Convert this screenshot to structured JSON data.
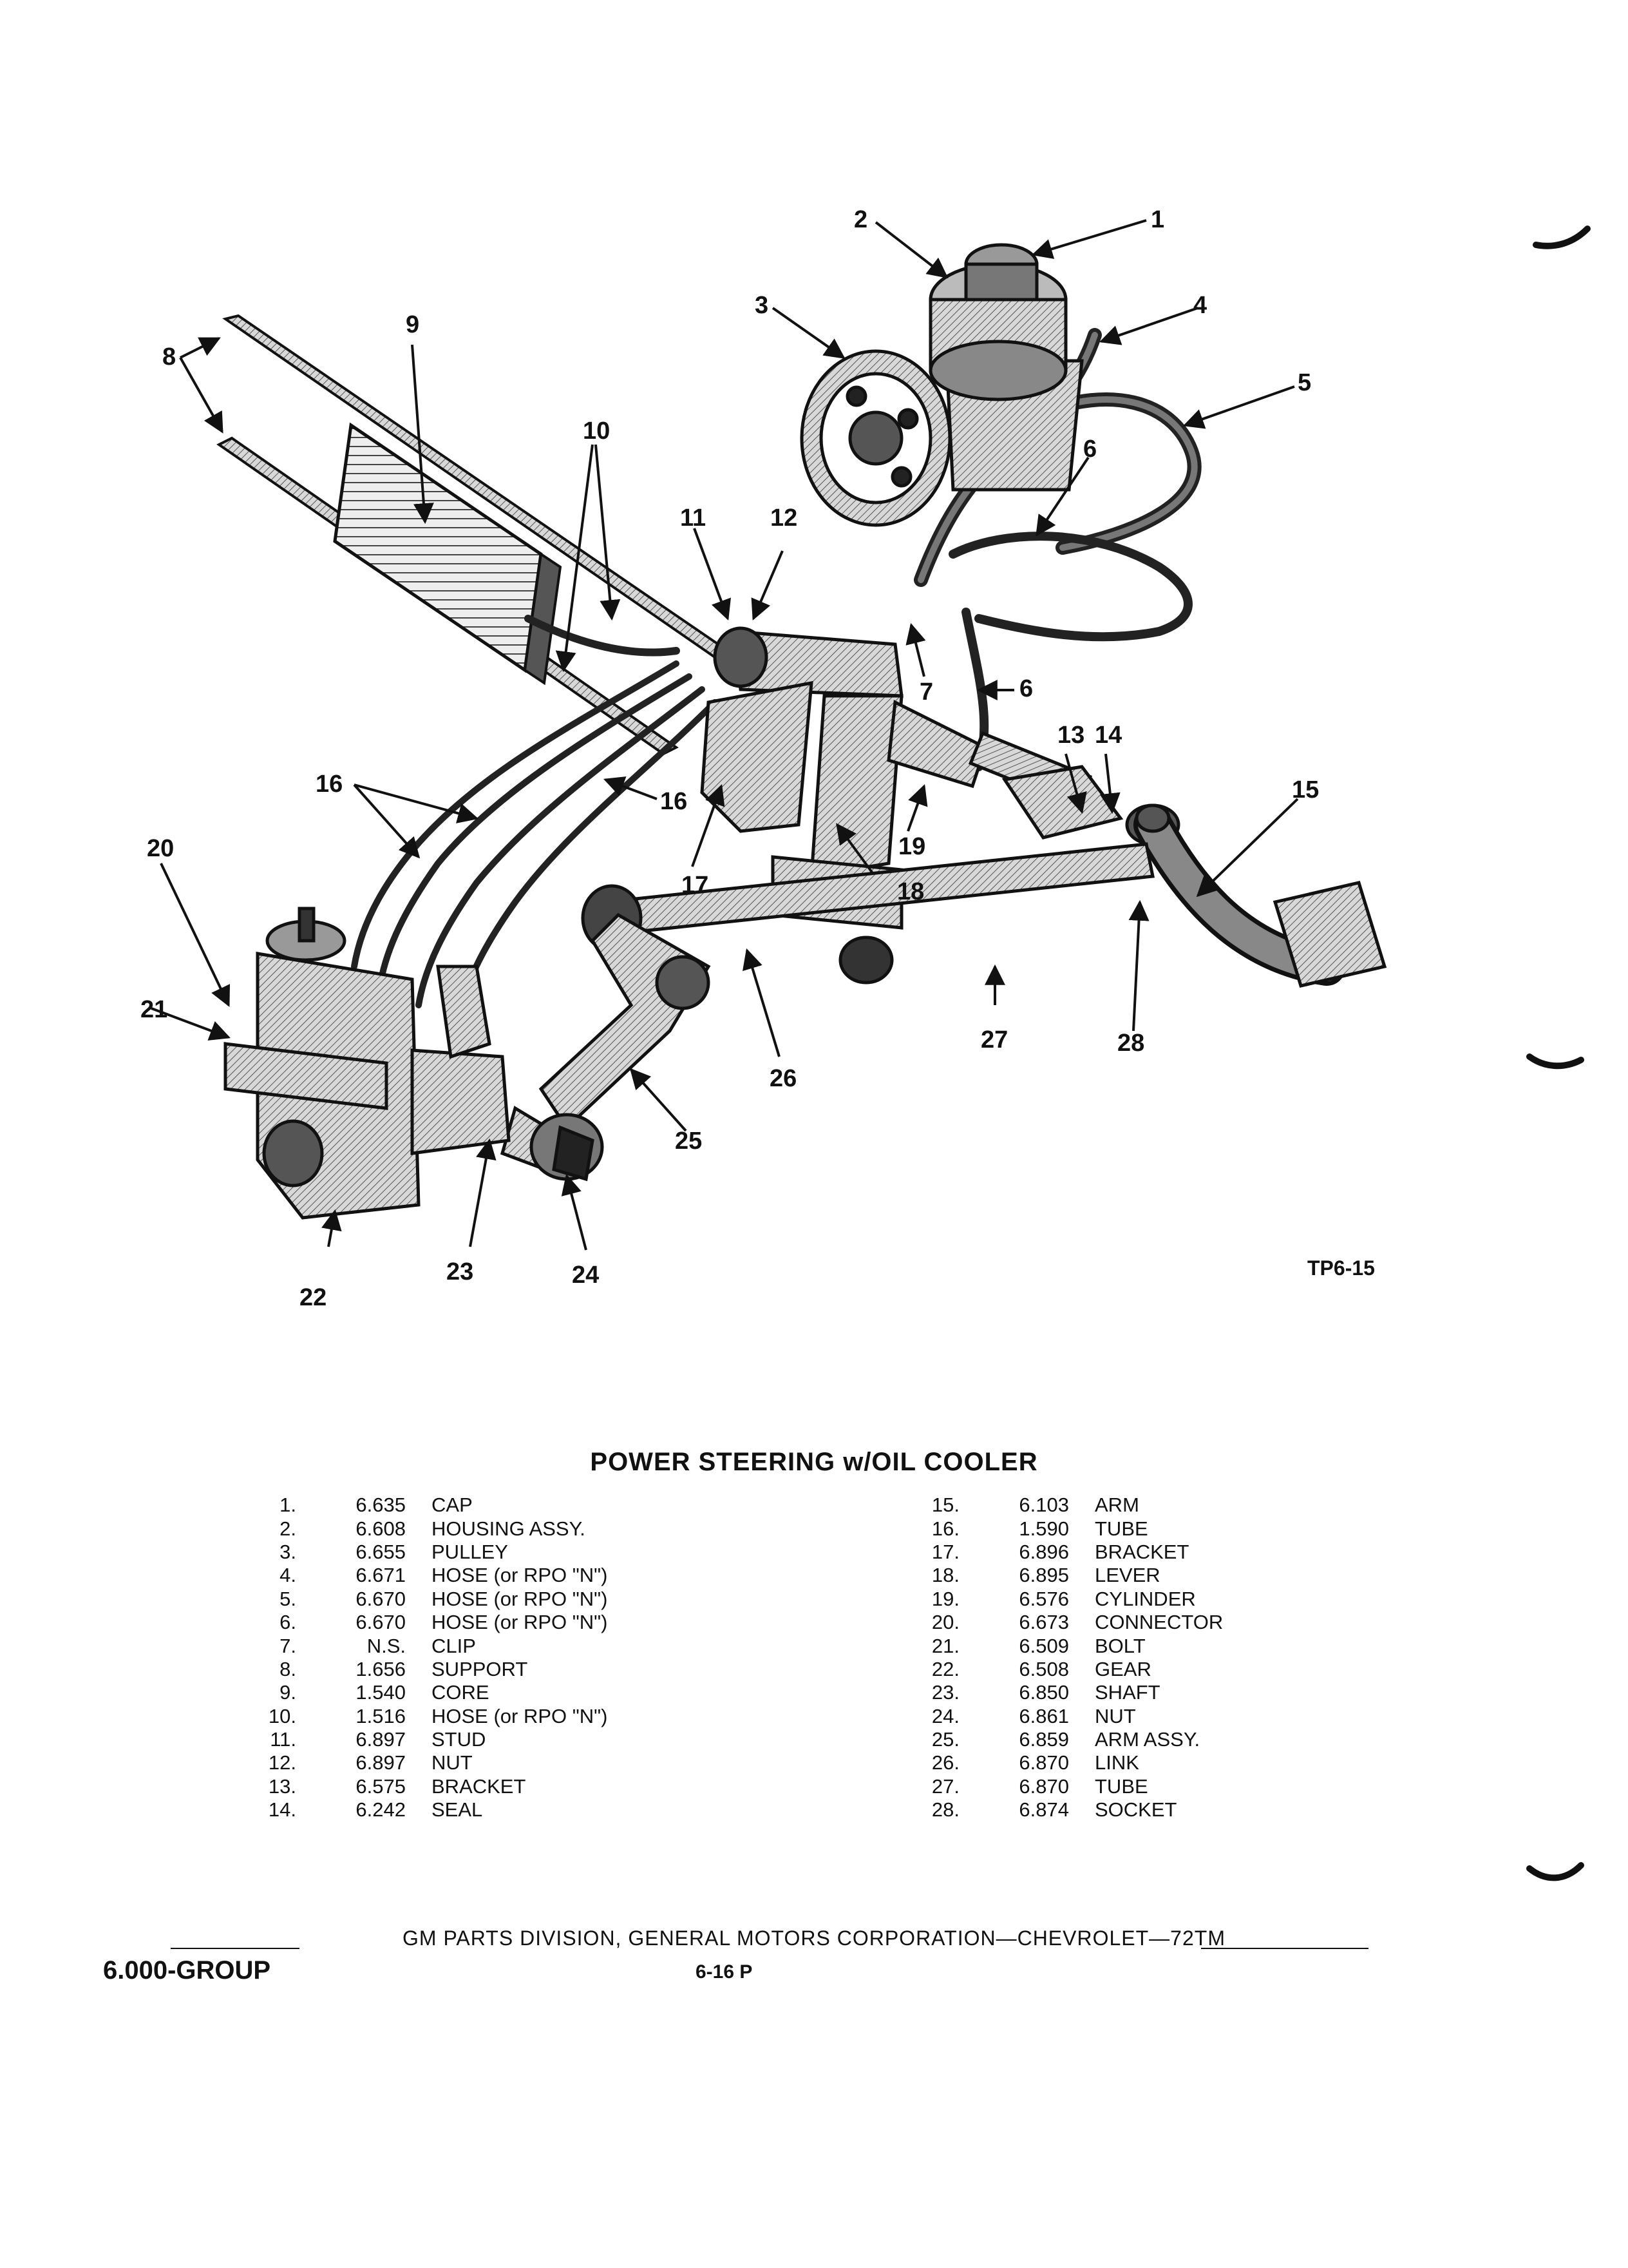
{
  "figure": {
    "callouts": [
      "1",
      "2",
      "3",
      "4",
      "5",
      "6",
      "6",
      "7",
      "8",
      "9",
      "10",
      "11",
      "12",
      "13",
      "14",
      "15",
      "16",
      "16",
      "17",
      "18",
      "19",
      "20",
      "21",
      "22",
      "23",
      "24",
      "25",
      "26",
      "27",
      "28"
    ],
    "figure_code": "TP6-15"
  },
  "parts_list": {
    "title": "POWER STEERING w/OIL COOLER",
    "left": [
      {
        "num": "1.",
        "code": "6.635",
        "desc": "CAP"
      },
      {
        "num": "2.",
        "code": "6.608",
        "desc": "HOUSING ASSY."
      },
      {
        "num": "3.",
        "code": "6.655",
        "desc": "PULLEY"
      },
      {
        "num": "4.",
        "code": "6.671",
        "desc": "HOSE (or RPO \"N\")"
      },
      {
        "num": "5.",
        "code": "6.670",
        "desc": "HOSE (or RPO \"N\")"
      },
      {
        "num": "6.",
        "code": "6.670",
        "desc": "HOSE (or RPO \"N\")"
      },
      {
        "num": "7.",
        "code": "N.S.",
        "desc": "CLIP"
      },
      {
        "num": "8.",
        "code": "1.656",
        "desc": "SUPPORT"
      },
      {
        "num": "9.",
        "code": "1.540",
        "desc": "CORE"
      },
      {
        "num": "10.",
        "code": "1.516",
        "desc": "HOSE (or RPO \"N\")"
      },
      {
        "num": "11.",
        "code": "6.897",
        "desc": "STUD"
      },
      {
        "num": "12.",
        "code": "6.897",
        "desc": "NUT"
      },
      {
        "num": "13.",
        "code": "6.575",
        "desc": "BRACKET"
      },
      {
        "num": "14.",
        "code": "6.242",
        "desc": "SEAL"
      }
    ],
    "right": [
      {
        "num": "15.",
        "code": "6.103",
        "desc": "ARM"
      },
      {
        "num": "16.",
        "code": "1.590",
        "desc": "TUBE"
      },
      {
        "num": "17.",
        "code": "6.896",
        "desc": "BRACKET"
      },
      {
        "num": "18.",
        "code": "6.895",
        "desc": "LEVER"
      },
      {
        "num": "19.",
        "code": "6.576",
        "desc": "CYLINDER"
      },
      {
        "num": "20.",
        "code": "6.673",
        "desc": "CONNECTOR"
      },
      {
        "num": "21.",
        "code": "6.509",
        "desc": "BOLT"
      },
      {
        "num": "22.",
        "code": "6.508",
        "desc": "GEAR"
      },
      {
        "num": "23.",
        "code": "6.850",
        "desc": "SHAFT"
      },
      {
        "num": "24.",
        "code": "6.861",
        "desc": "NUT"
      },
      {
        "num": "25.",
        "code": "6.859",
        "desc": "ARM ASSY."
      },
      {
        "num": "26.",
        "code": "6.870",
        "desc": "LINK"
      },
      {
        "num": "27.",
        "code": "6.870",
        "desc": "TUBE"
      },
      {
        "num": "28.",
        "code": "6.874",
        "desc": "SOCKET"
      }
    ]
  },
  "footer": {
    "publisher": "GM PARTS DIVISION, GENERAL MOTORS CORPORATION—CHEVROLET—72TM",
    "group": "6.000-GROUP",
    "page": "6-16 P"
  }
}
